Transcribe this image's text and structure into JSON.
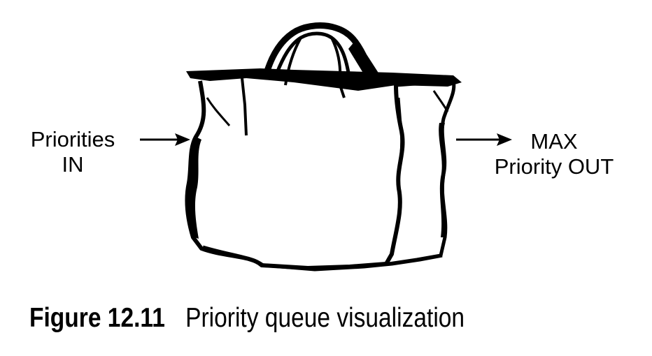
{
  "figure": {
    "in_label": {
      "line1": "Priorities",
      "line2": "IN"
    },
    "out_label": {
      "line1": "MAX",
      "line2": "Priority OUT"
    },
    "illustration": {
      "subject": "shopping-bag",
      "stroke_color": "#000000",
      "fill_color": "#ffffff"
    }
  },
  "caption": {
    "number": "Figure 12.11",
    "title": "Priority queue visualization"
  }
}
